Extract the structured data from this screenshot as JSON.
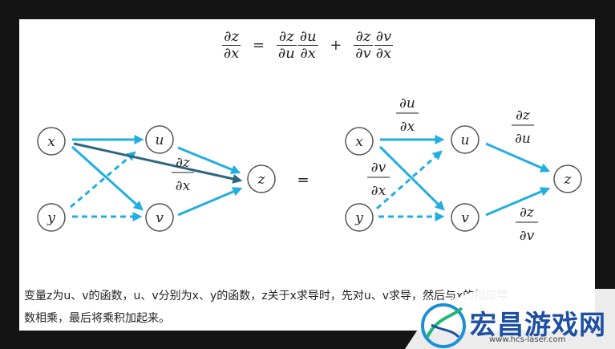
{
  "formula": {
    "lhs": {
      "num": "∂z",
      "den": "∂x"
    },
    "eq": "=",
    "t1a": {
      "num": "∂z",
      "den": "∂u"
    },
    "t1b": {
      "num": "∂u",
      "den": "∂x"
    },
    "plus": "+",
    "t2a": {
      "num": "∂z",
      "den": "∂v"
    },
    "t2b": {
      "num": "∂v",
      "den": "∂x"
    }
  },
  "left_diagram": {
    "nodes": {
      "x": "x",
      "y": "y",
      "u": "u",
      "v": "v",
      "z": "z"
    },
    "label": {
      "num": "∂z",
      "den": "∂x"
    }
  },
  "equals": "=",
  "right_diagram": {
    "nodes": {
      "x": "x",
      "y": "y",
      "u": "u",
      "v": "v",
      "z": "z"
    },
    "label_du_dx": {
      "num": "∂u",
      "den": "∂x"
    },
    "label_dv_dx": {
      "num": "∂v",
      "den": "∂x"
    },
    "label_dz_du": {
      "num": "∂z",
      "den": "∂u"
    },
    "label_dz_dv": {
      "num": "∂z",
      "den": "∂v"
    }
  },
  "caption": {
    "line1": "变量z为u、v的函数，u、v分别为x、y的函数，z关于x求导时，先对u、v求导，然后与x的相应导",
    "line2": "数相乘，最后将乘积加起来。"
  },
  "watermark": {
    "text": "宏昌游戏网",
    "url": "www.hcs-laser.com"
  },
  "colors": {
    "arrow": "#21aee0",
    "dark_arrow": "#2e6680",
    "node_stroke": "#555555"
  }
}
